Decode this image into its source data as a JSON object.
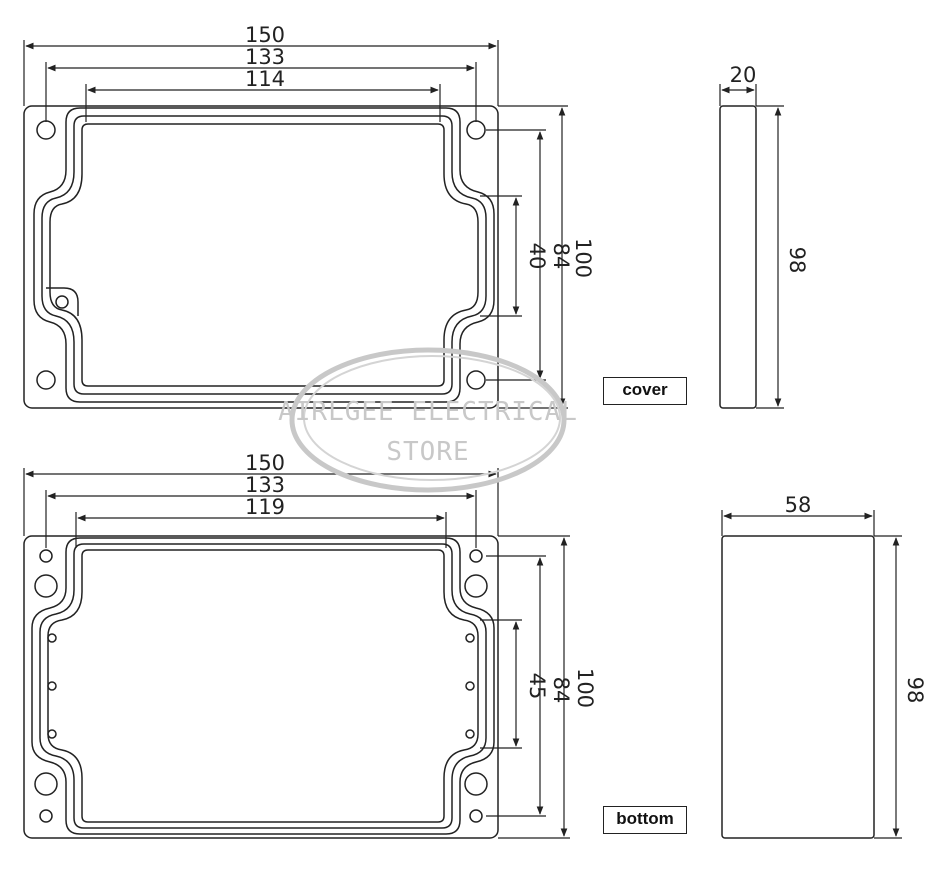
{
  "labels": {
    "cover": "cover",
    "bottom": "bottom"
  },
  "watermark": {
    "line1": "AIRLGEE ELECTRICAL",
    "line2": "STORE"
  },
  "cover_dimensions": {
    "overall_length": "150",
    "hole_spacing_length": "133",
    "inner_length": "114",
    "inner_width": "40",
    "hole_spacing_width": "84",
    "overall_width": "100",
    "height": "20",
    "side_width": "98"
  },
  "bottom_dimensions": {
    "overall_length": "150",
    "hole_spacing_length": "133",
    "inner_length": "119",
    "inner_width": "45",
    "hole_spacing_width": "84",
    "overall_width": "100",
    "height": "58",
    "side_width": "98"
  },
  "colors": {
    "line": "#222222",
    "watermark": "#c8c8c8"
  }
}
